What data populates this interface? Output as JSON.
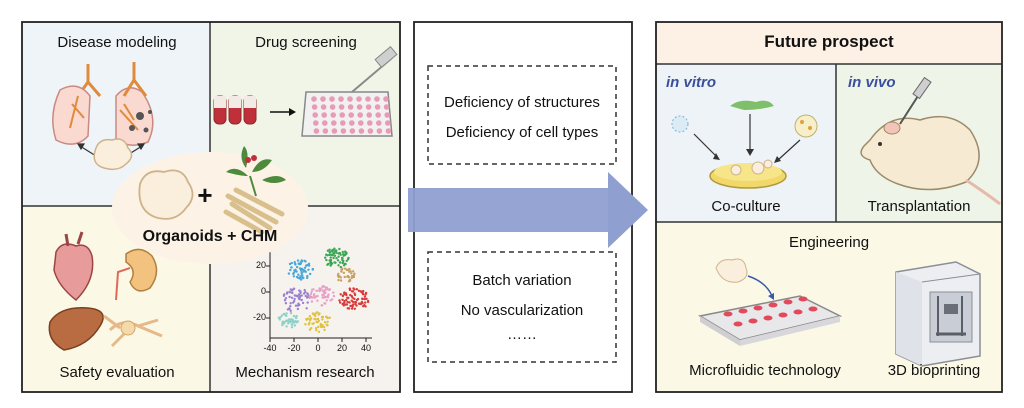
{
  "applications": {
    "disease_modeling": "Disease modeling",
    "drug_screening": "Drug screening",
    "safety_evaluation": "Safety evaluation",
    "mechanism_research": "Mechanism research",
    "center_label": "Organoids + CHM",
    "plus_sign": "+",
    "tsne_x_ticks": [
      "-40",
      "-20",
      "0",
      "20",
      "40"
    ],
    "tsne_y_ticks": [
      "20",
      "0",
      "-20"
    ]
  },
  "limitations": {
    "group1": [
      "Deficiency of structures",
      "Deficiency of cell types"
    ],
    "group2": [
      "Batch variation",
      "No vascularization",
      "……"
    ]
  },
  "future": {
    "title": "Future prospect",
    "in_vitro": "in vitro",
    "in_vivo": "in vivo",
    "co_culture": "Co-culture",
    "transplantation": "Transplantation",
    "engineering": "Engineering",
    "microfluidic": "Microfluidic technology",
    "bioprinting": "3D bioprinting"
  },
  "colors": {
    "disease_bg": "#eef4f8",
    "drug_bg": "#f0f5e8",
    "safety_bg": "#fbf8e6",
    "mechanism_bg": "#f6f3ee",
    "title_bg": "#fdf0e4",
    "vitro_bg": "#eef3f8",
    "vivo_bg": "#eef5e8",
    "engineering_bg": "#fbf8e6",
    "center_oval": "#fcf3e6",
    "arrow": "#8f9fd0",
    "italic_label": "#3a4f9c"
  }
}
